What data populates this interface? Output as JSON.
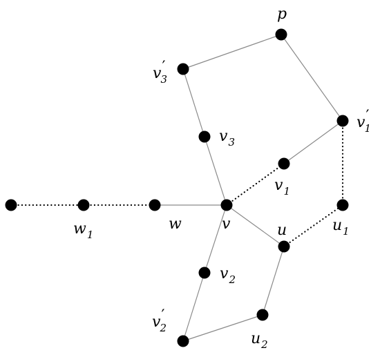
{
  "graph": {
    "node_color": "#000000",
    "solid_edge_color": "#8a8a8a",
    "dotted_edge_color": "#000000",
    "nodes": [
      {
        "id": "p",
        "base": "p",
        "prime": "",
        "sub": ""
      },
      {
        "id": "v3p",
        "base": "v",
        "prime": "′",
        "sub": "3"
      },
      {
        "id": "v1p",
        "base": "v",
        "prime": "′",
        "sub": "1"
      },
      {
        "id": "v3",
        "base": "v",
        "prime": "",
        "sub": "3"
      },
      {
        "id": "v1",
        "base": "v",
        "prime": "",
        "sub": "1"
      },
      {
        "id": "x",
        "base": "",
        "prime": "",
        "sub": ""
      },
      {
        "id": "w1",
        "base": "w",
        "prime": "",
        "sub": "1"
      },
      {
        "id": "w",
        "base": "w",
        "prime": "",
        "sub": ""
      },
      {
        "id": "v",
        "base": "v",
        "prime": "",
        "sub": ""
      },
      {
        "id": "u1",
        "base": "u",
        "prime": "",
        "sub": "1"
      },
      {
        "id": "u",
        "base": "u",
        "prime": "",
        "sub": ""
      },
      {
        "id": "v2",
        "base": "v",
        "prime": "",
        "sub": "2"
      },
      {
        "id": "u2",
        "base": "u",
        "prime": "",
        "sub": "2"
      },
      {
        "id": "v2p",
        "base": "v",
        "prime": "′",
        "sub": "2"
      }
    ],
    "edges": [
      {
        "from": "v3p",
        "to": "p",
        "style": "solid"
      },
      {
        "from": "p",
        "to": "v1p",
        "style": "solid"
      },
      {
        "from": "v3p",
        "to": "v3",
        "style": "solid"
      },
      {
        "from": "v3",
        "to": "v",
        "style": "solid"
      },
      {
        "from": "v1",
        "to": "v1p",
        "style": "solid"
      },
      {
        "from": "v",
        "to": "v1",
        "style": "dotted"
      },
      {
        "from": "v1p",
        "to": "u1",
        "style": "dotted"
      },
      {
        "from": "x",
        "to": "w1",
        "style": "dotted"
      },
      {
        "from": "w1",
        "to": "w",
        "style": "dotted"
      },
      {
        "from": "w",
        "to": "v",
        "style": "solid"
      },
      {
        "from": "v",
        "to": "u",
        "style": "solid"
      },
      {
        "from": "u",
        "to": "u1",
        "style": "dotted"
      },
      {
        "from": "u",
        "to": "u2",
        "style": "solid"
      },
      {
        "from": "v",
        "to": "v2",
        "style": "solid"
      },
      {
        "from": "v2",
        "to": "v2p",
        "style": "solid"
      },
      {
        "from": "v2p",
        "to": "u2",
        "style": "solid"
      }
    ]
  }
}
